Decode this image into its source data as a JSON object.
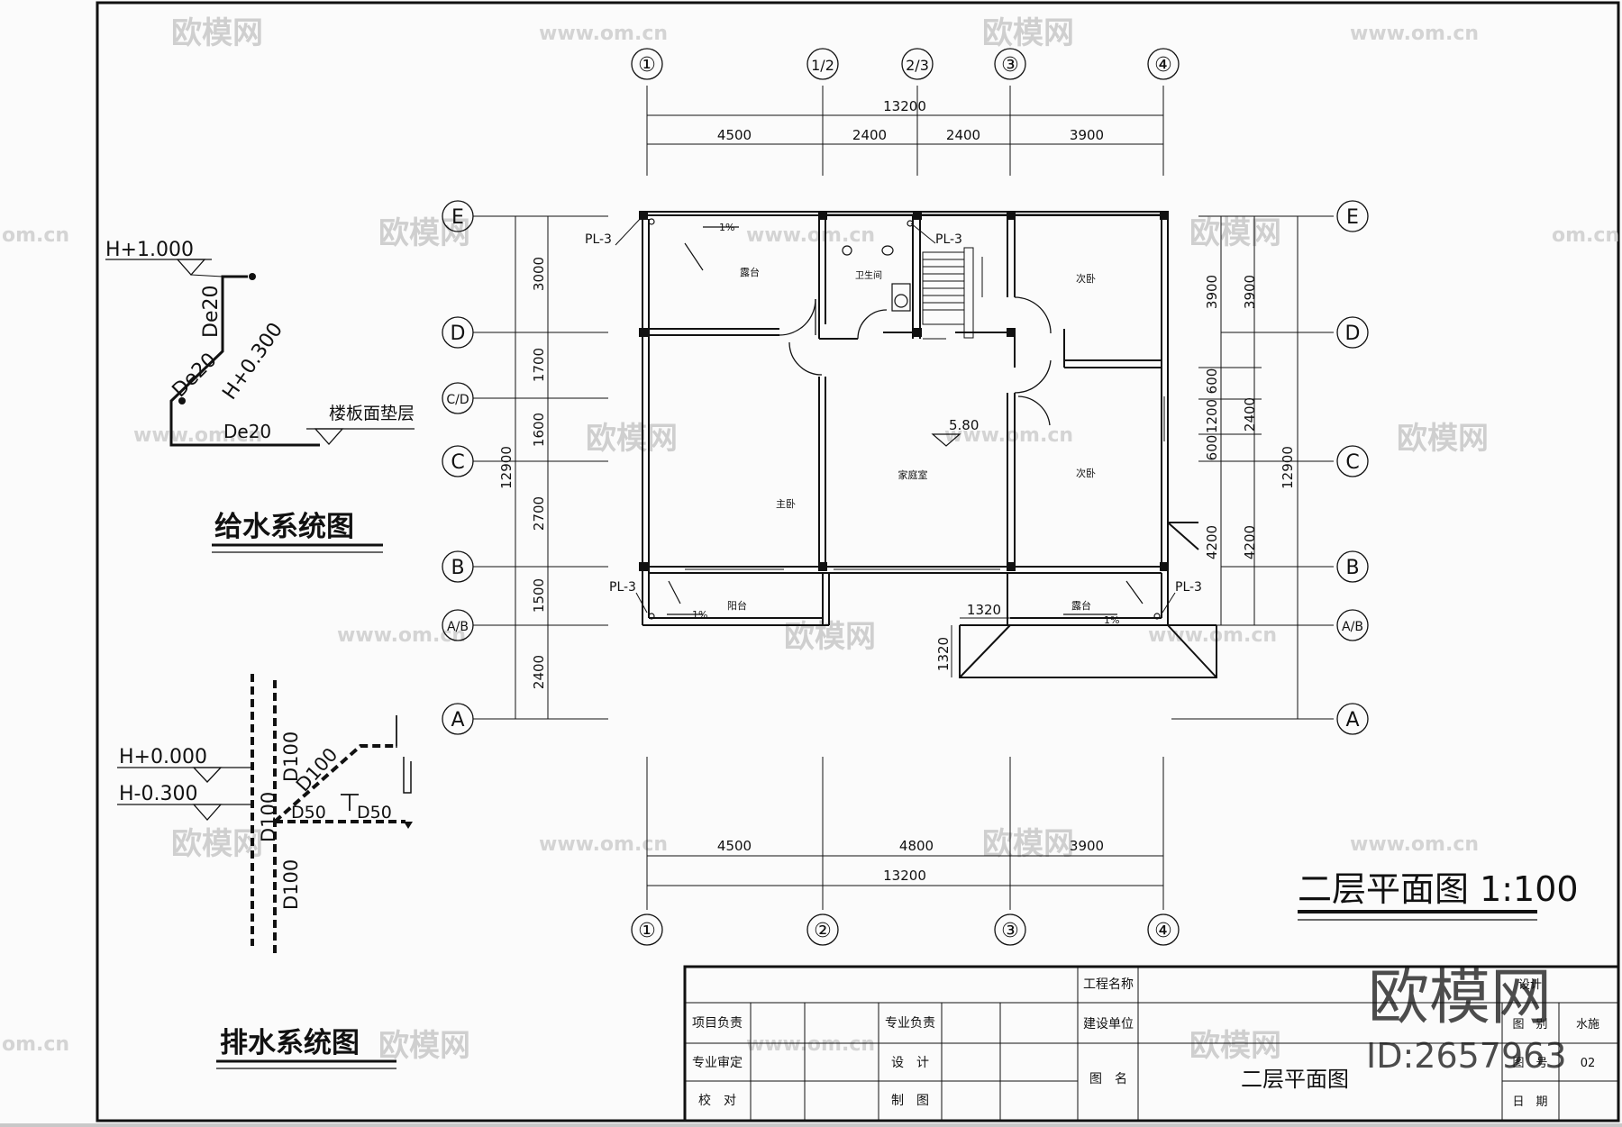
{
  "watermarks": {
    "brand": "欧模网",
    "site": "www.om.cn",
    "site_short": "om.cn",
    "stamp_brand": "欧模网",
    "stamp_id": "ID:2657963"
  },
  "axes_top": {
    "labels": [
      "①",
      "1/2",
      "2/3",
      "③",
      "④"
    ],
    "total": "13200",
    "spans": [
      "4500",
      "2400",
      "2400",
      "3900"
    ]
  },
  "axes_bottom": {
    "labels": [
      "①",
      "②",
      "③",
      "④"
    ],
    "total": "13200",
    "spans": [
      "4500",
      "4800",
      "3900"
    ]
  },
  "axes_left": {
    "labels": [
      "E",
      "D",
      "C/D",
      "C",
      "B",
      "A/B",
      "A"
    ],
    "total": "12900",
    "spans": [
      "3000",
      "1700",
      "1600",
      "2700",
      "1500",
      "2400"
    ]
  },
  "axes_right": {
    "labels": [
      "E",
      "D",
      "C",
      "B",
      "A/B",
      "A"
    ],
    "total": "12900",
    "spans_outer": [
      "3900",
      "2400",
      "4200"
    ],
    "spans_inner": [
      "3900",
      "600",
      "1200",
      "600",
      "4200"
    ]
  },
  "rooms": {
    "terrace_ne": "露台",
    "bathroom": "卫生间",
    "bedroom_2a": "次卧",
    "bedroom_2b": "次卧",
    "family_room": "家庭室",
    "master_bedroom": "主卧",
    "balcony": "阳台",
    "terrace_s": "露台"
  },
  "annotations": {
    "pl_nw": "PL-3",
    "pl_bath": "PL-3",
    "pl_sw": "PL-3",
    "pl_se": "PL-3",
    "slope": "1%",
    "elevation": "5.80",
    "dim_1320_h": "1320",
    "dim_1320_v": "1320"
  },
  "supply_diagram": {
    "title": "给水系统图",
    "h1": "H+1.000",
    "h2": "H+0.300",
    "pipe_v": "De20",
    "pipe_d": "De20",
    "pipe_h": "De20",
    "floor_layer": "楼板面垫层"
  },
  "drain_diagram": {
    "title": "排水系统图",
    "h1": "H+0.000",
    "h2": "H-0.300",
    "d1": "D100",
    "d2": "D100",
    "d3": "D100",
    "d4": "D100",
    "d50a": "D50",
    "d50b": "D50"
  },
  "drawing_title": "二层平面图 1:100",
  "title_block": {
    "project_name": "工程名称",
    "client": "建设单位",
    "drawing_name_label": "图　名",
    "drawing_name": "二层平面图",
    "pm": "项目负责",
    "disc": "专业负责",
    "review": "专业审定",
    "design": "设　计",
    "check": "校　对",
    "draw": "制　图",
    "category_label": "图　别",
    "category": "水施",
    "number_label": "图　号",
    "number": "02",
    "date_label": "日　期",
    "phase_label": "设计"
  }
}
